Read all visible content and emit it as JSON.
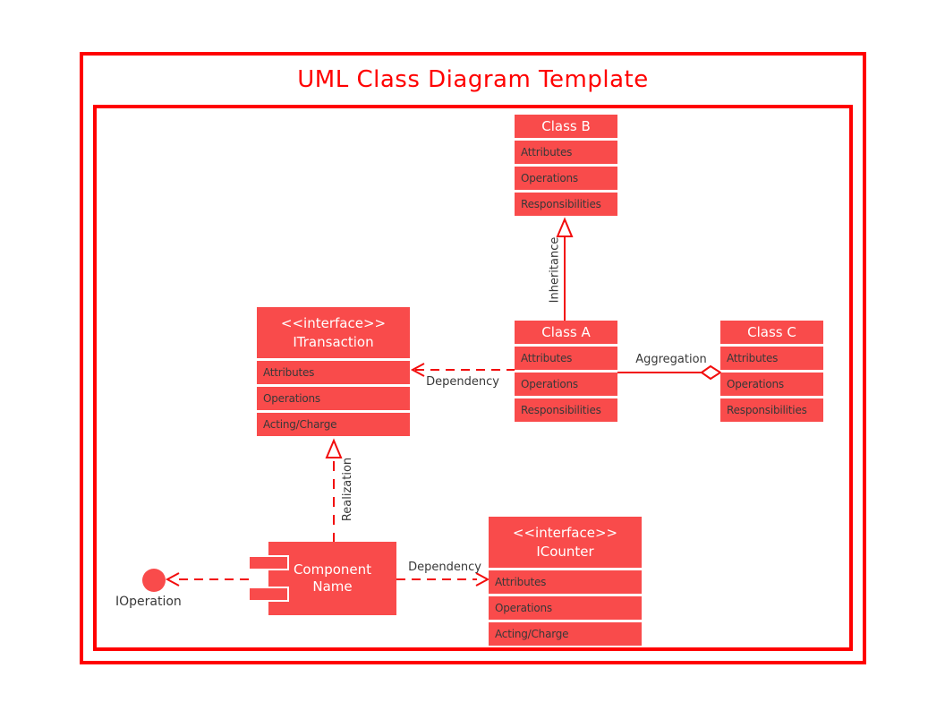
{
  "title": "UML Class Diagram Template",
  "colors": {
    "frame_red": "#FF0000",
    "shape_fill": "#F94B4B",
    "connector_red": "#F20D0D",
    "header_text": "#FFFFFF",
    "body_text": "#383838"
  },
  "boxes": {
    "class_b": {
      "name": "Class B",
      "compartments": [
        "Attributes",
        "Operations",
        "Responsibilities"
      ]
    },
    "class_a": {
      "name": "Class A",
      "compartments": [
        "Attributes",
        "Operations",
        "Responsibilities"
      ]
    },
    "class_c": {
      "name": "Class C",
      "compartments": [
        "Attributes",
        "Operations",
        "Responsibilities"
      ]
    },
    "itransaction": {
      "stereotype": "<<interface>>",
      "name": "ITransaction",
      "compartments": [
        "Attributes",
        "Operations",
        "Acting/Charge"
      ]
    },
    "icounter": {
      "stereotype": "<<interface>>",
      "name": "ICounter",
      "compartments": [
        "Attributes",
        "Operations",
        "Acting/Charge"
      ]
    },
    "component": {
      "name": "Component Name"
    },
    "lollipop_interface": {
      "label": "IOperation"
    }
  },
  "connectors": {
    "inheritance": {
      "label": "Inheritance"
    },
    "dependency_classa_itransaction": {
      "label": "Dependency"
    },
    "aggregation": {
      "label": "Aggregation"
    },
    "realization": {
      "label": "Realization"
    },
    "dependency_component_icounter": {
      "label": "Dependency"
    }
  }
}
